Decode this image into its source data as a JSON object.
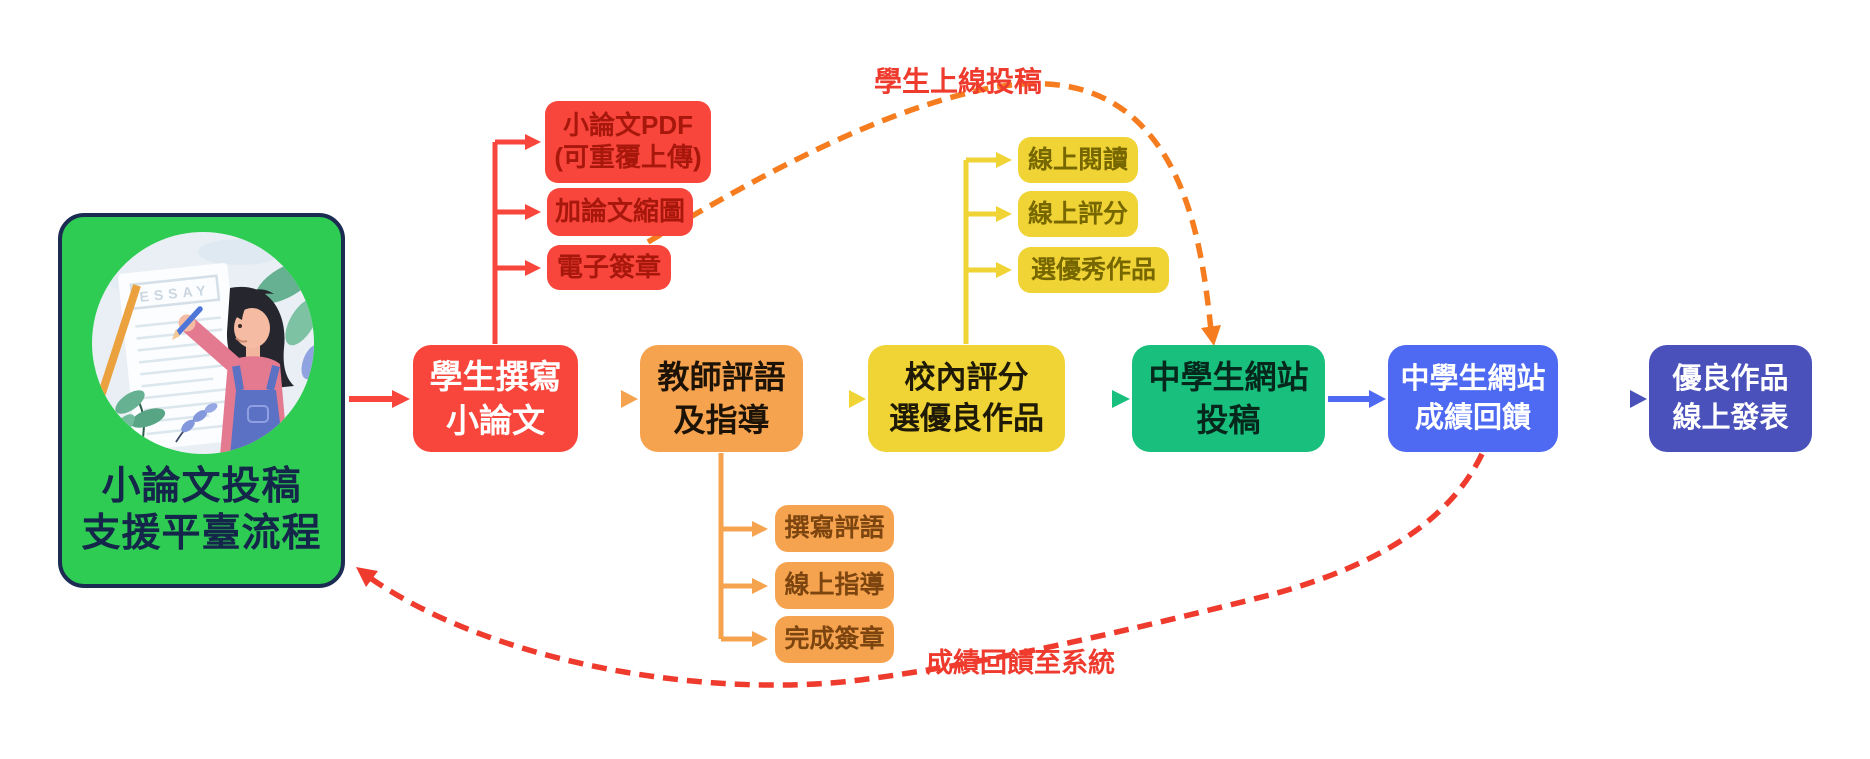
{
  "hero": {
    "title_line1": "小論文投稿",
    "title_line2": "支援平臺流程",
    "illustration_label": "ESSAY"
  },
  "flow_steps": [
    {
      "line1": "學生撰寫",
      "line2": "小論文"
    },
    {
      "line1": "教師評語",
      "line2": "及指導"
    },
    {
      "line1": "校內評分",
      "line2": "選優良作品"
    },
    {
      "line1": "中學生網站",
      "line2": "投稿"
    },
    {
      "line1": "中學生網站",
      "line2": "成績回饋"
    },
    {
      "line1": "優良作品",
      "line2": "線上發表"
    }
  ],
  "branches": {
    "student": [
      {
        "line1": "小論文PDF",
        "line2": "(可重覆上傳)"
      },
      {
        "line1": "加論文縮圖"
      },
      {
        "line1": "電子簽章"
      }
    ],
    "teacher": [
      {
        "line1": "撰寫評語"
      },
      {
        "line1": "線上指導"
      },
      {
        "line1": "完成簽章"
      }
    ],
    "grading": [
      {
        "line1": "線上閱讀"
      },
      {
        "line1": "線上評分"
      },
      {
        "line1": "選優秀作品"
      }
    ]
  },
  "annotations": {
    "online_submit": "學生上線投稿",
    "score_feedback": "成績回饋至系統"
  },
  "colors": {
    "step_red": "#F8463C",
    "step_orange": "#F6A350",
    "step_yellow": "#F0D335",
    "step_green": "#18BF7D",
    "step_blue": "#4E6AF3",
    "step_indigo": "#4A51BB",
    "hero_green": "#2ECC52",
    "hero_border": "#1B2B52",
    "dash_orange": "#F67D1F",
    "dash_red": "#EF3B2D"
  }
}
